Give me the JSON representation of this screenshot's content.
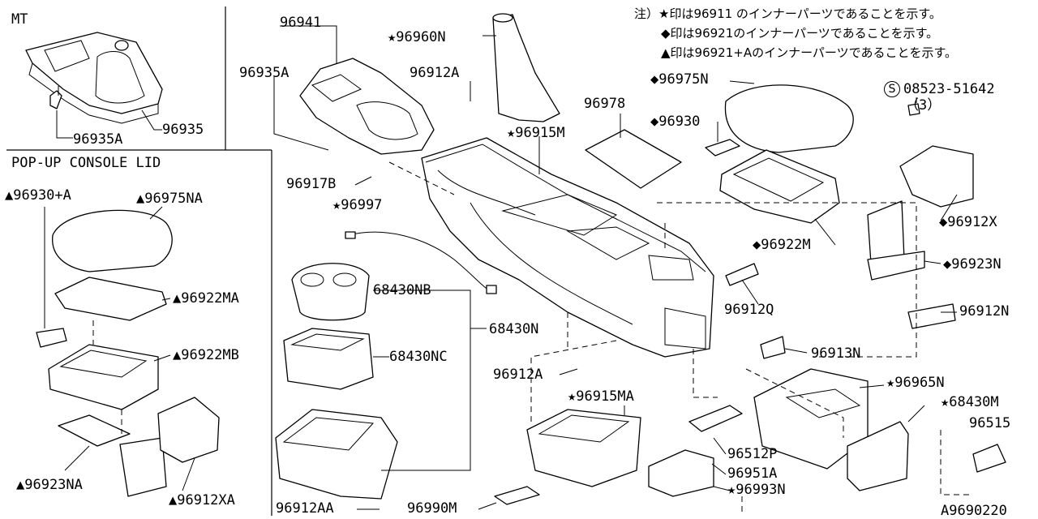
{
  "sections": {
    "mt": "MT",
    "popup": "POP-UP CONSOLE LID"
  },
  "notes": [
    "注）★印は96911 のインナーパーツであることを示す。",
    "◆印は96921のインナーパーツであることを示す。",
    "▲印は96921+Aのインナーパーツであることを示す。"
  ],
  "screw_ref": {
    "symbol": "S",
    "number": "08523-51642",
    "qty": "（3）"
  },
  "parts": {
    "p96941": "96941",
    "p96935A_top": "96935A",
    "p96935A_mt": "96935A",
    "p96935": "96935",
    "p96960N": "★96960N",
    "p96912A_top": "96912A",
    "p96978": "96978",
    "p96975N": "◆96975N",
    "p96930": "◆96930",
    "p96915M": "★96915M",
    "p96917B": "96917B",
    "p96997": "★96997",
    "p96922M": "◆96922M",
    "p96912X": "◆96912X",
    "p96923N": "◆96923N",
    "p68430NB": "68430NB",
    "p68430N": "68430N",
    "p68430NC": "68430NC",
    "p96912Q": "96912Q",
    "p96912N": "96912N",
    "p96913N": "96913N",
    "p96912A_mid": "96912A",
    "p96965N": "★96965N",
    "p96915MA": "★96915MA",
    "p68430M": "★68430M",
    "p96515": "96515",
    "p96512P": "96512P",
    "p96951A": "96951A",
    "p96993N": "★96993N",
    "p96912AA": "96912AA",
    "p96990M": "96990M",
    "p96930A": "▲96930+A",
    "p96975NA": "▲96975NA",
    "p96922MA": "▲96922MA",
    "p96922MB": "▲96922MB",
    "p96923NA": "▲96923NA",
    "p96912XA": "▲96912XA"
  },
  "diagram_code": "A9690220"
}
